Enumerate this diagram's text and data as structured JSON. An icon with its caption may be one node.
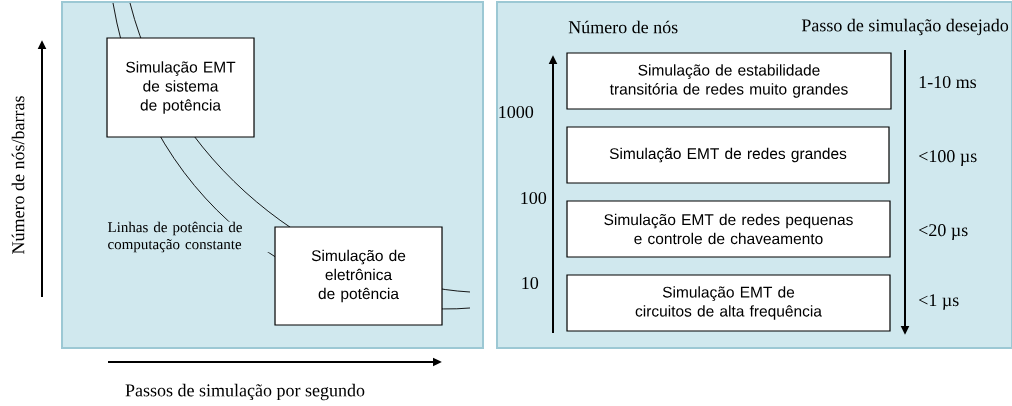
{
  "diagram": {
    "nodes": [
      {
        "text": [],
        "shape": "box"
      },
      {
        "text": [
          "Simulação EMT de sistema de potência"
        ],
        "in": 0
      },
      {
        "text": [
          "Simulação de eletrônica de potência"
        ],
        "in": 0
      },
      {
        "text": [
          "Número de nós",
          "Passo de simulação desejado"
        ]
      },
      {
        "text": [
          "Simulação de estabilidade transitória de redes muito grandes"
        ],
        "in": 3
      },
      {
        "text": [
          "Simulação EMT de redes grandes"
        ],
        "in": 3
      },
      {
        "text": [
          "Simulação EMT de redes pequenas e controle de chaveamento"
        ],
        "in": 3
      },
      {
        "text": [
          "Simulação EMT de circuitos de alta frequência"
        ],
        "in": 3
      }
    ],
    "labels": [
      "Número de nós/barras",
      "Linhas de potência de computação constante",
      "Passos de simulação por segundo",
      "1-10 ms",
      "1000",
      "<100 µs",
      "100",
      "<20 µs",
      "10",
      "<1 µs"
    ]
  }
}
